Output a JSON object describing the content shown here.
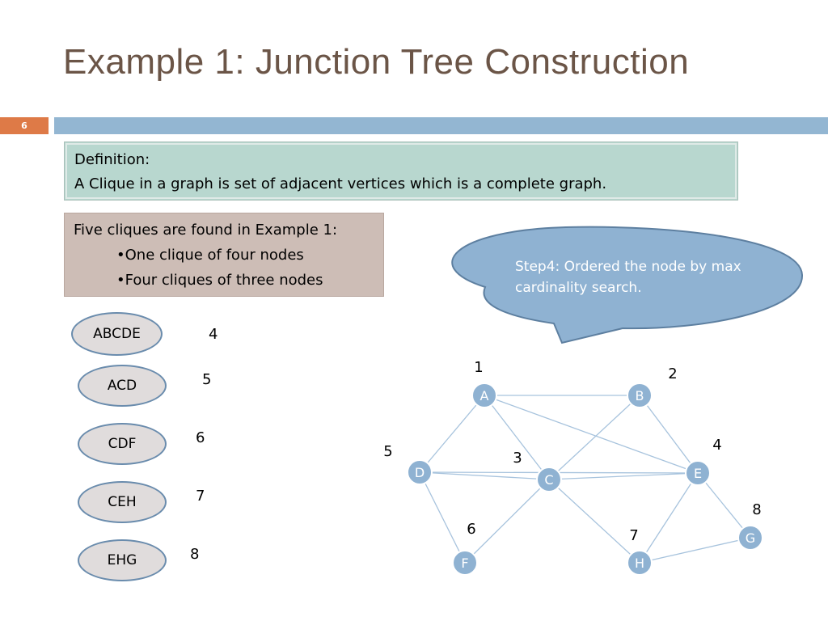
{
  "slide": {
    "title": "Example 1: Junction Tree Construction",
    "number": "6"
  },
  "definition": {
    "heading": "Definition:",
    "text": "A Clique in a graph is set of adjacent vertices which is a complete graph."
  },
  "cliques_box": {
    "intro": "Five cliques are found in Example 1:",
    "items": [
      "•One clique of four nodes",
      "•Four cliques of three nodes"
    ]
  },
  "callout": {
    "text": "Step4: Ordered the node by max cardinality search."
  },
  "cliques": [
    {
      "label": "ABCDE",
      "order": "4"
    },
    {
      "label": "ACD",
      "order": "5"
    },
    {
      "label": "CDF",
      "order": "6"
    },
    {
      "label": "CEH",
      "order": "7"
    },
    {
      "label": "EHG",
      "order": "8"
    }
  ],
  "graph": {
    "nodes": [
      {
        "id": "A",
        "order": "1"
      },
      {
        "id": "B",
        "order": "2"
      },
      {
        "id": "C",
        "order": "3"
      },
      {
        "id": "D",
        "order": "5"
      },
      {
        "id": "E",
        "order": "4"
      },
      {
        "id": "F",
        "order": "6"
      },
      {
        "id": "G",
        "order": "8"
      },
      {
        "id": "H",
        "order": "7"
      }
    ],
    "edges": [
      [
        "A",
        "B"
      ],
      [
        "A",
        "D"
      ],
      [
        "A",
        "C"
      ],
      [
        "A",
        "E"
      ],
      [
        "B",
        "C"
      ],
      [
        "B",
        "E"
      ],
      [
        "D",
        "C"
      ],
      [
        "D",
        "F"
      ],
      [
        "D",
        "E"
      ],
      [
        "C",
        "F"
      ],
      [
        "C",
        "E"
      ],
      [
        "C",
        "H"
      ],
      [
        "E",
        "H"
      ],
      [
        "E",
        "G"
      ],
      [
        "H",
        "G"
      ]
    ]
  },
  "colors": {
    "title": "#6b5547",
    "accent_orange": "#de7a47",
    "accent_blue": "#93b6d2",
    "definition_bg": "#b8d7cf",
    "cliques_bg": "#cdbdb6",
    "node_fill": "#8fb2d2",
    "edge": "#a7c3dd",
    "callout_fill": "#8fb2d2"
  }
}
